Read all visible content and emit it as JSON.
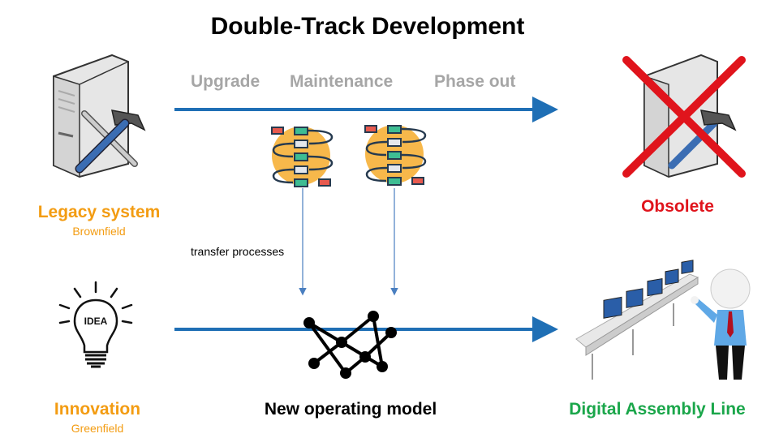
{
  "title": "Double-Track Development",
  "phases": [
    "Upgrade",
    "Maintenance",
    "Phase out"
  ],
  "legacy": {
    "label": "Legacy system",
    "sublabel": "Brownfield"
  },
  "obsolete": {
    "label": "Obsolete"
  },
  "innovation": {
    "label": "Innovation",
    "sublabel": "Greenfield",
    "bulb_text": "IDEA"
  },
  "transfer": {
    "label": "transfer processes"
  },
  "new_model": {
    "label": "New operating model"
  },
  "digital": {
    "label": "Digital Assembly Line"
  },
  "colors": {
    "arrow": "#1f6fb5",
    "orange": "#f39c12",
    "green": "#1aa64a",
    "red": "#e0141c",
    "phase_gray": "#a6a6a6"
  }
}
